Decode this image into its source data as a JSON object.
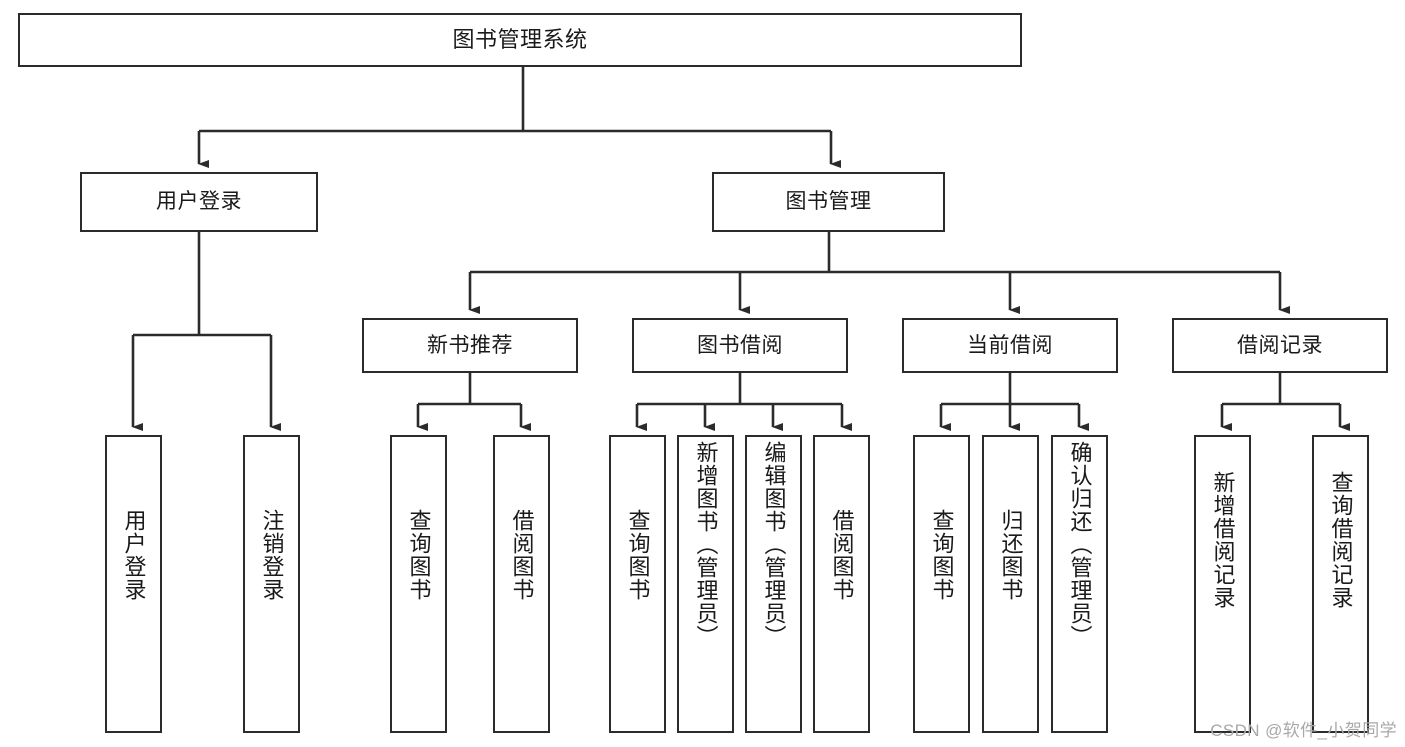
{
  "diagram": {
    "title": "图书管理系统",
    "type": "tree",
    "orientation": "top-down",
    "colors": {
      "node_border": "#2b2b2b",
      "node_fill": "#ffffff",
      "edge": "#2b2b2b",
      "text": "#1a1a1a",
      "watermark": "#a8a8a8",
      "background": "#ffffff"
    },
    "root": {
      "label": "图书管理系统"
    },
    "level2": [
      {
        "label": "用户登录"
      },
      {
        "label": "图书管理"
      }
    ],
    "level3": [
      {
        "label": "新书推荐"
      },
      {
        "label": "图书借阅"
      },
      {
        "label": "当前借阅"
      },
      {
        "label": "借阅记录"
      }
    ],
    "leaves": {
      "user_login": [
        {
          "label": "用户登录"
        },
        {
          "label": "注销登录"
        }
      ],
      "new_book_recommend": [
        {
          "label": "查询图书"
        },
        {
          "label": "借阅图书"
        }
      ],
      "book_borrow": [
        {
          "label": "查询图书"
        },
        {
          "label": "新增图书（管理员）"
        },
        {
          "label": "编辑图书（管理员）"
        },
        {
          "label": "借阅图书"
        }
      ],
      "current_borrow": [
        {
          "label": "查询图书"
        },
        {
          "label": "归还图书"
        },
        {
          "label": "确认归还（管理员）"
        }
      ],
      "borrow_records": [
        {
          "label": "新增借阅记录"
        },
        {
          "label": "查询借阅记录"
        }
      ]
    }
  },
  "watermark": {
    "text": "CSDN @软件_小贺同学"
  }
}
